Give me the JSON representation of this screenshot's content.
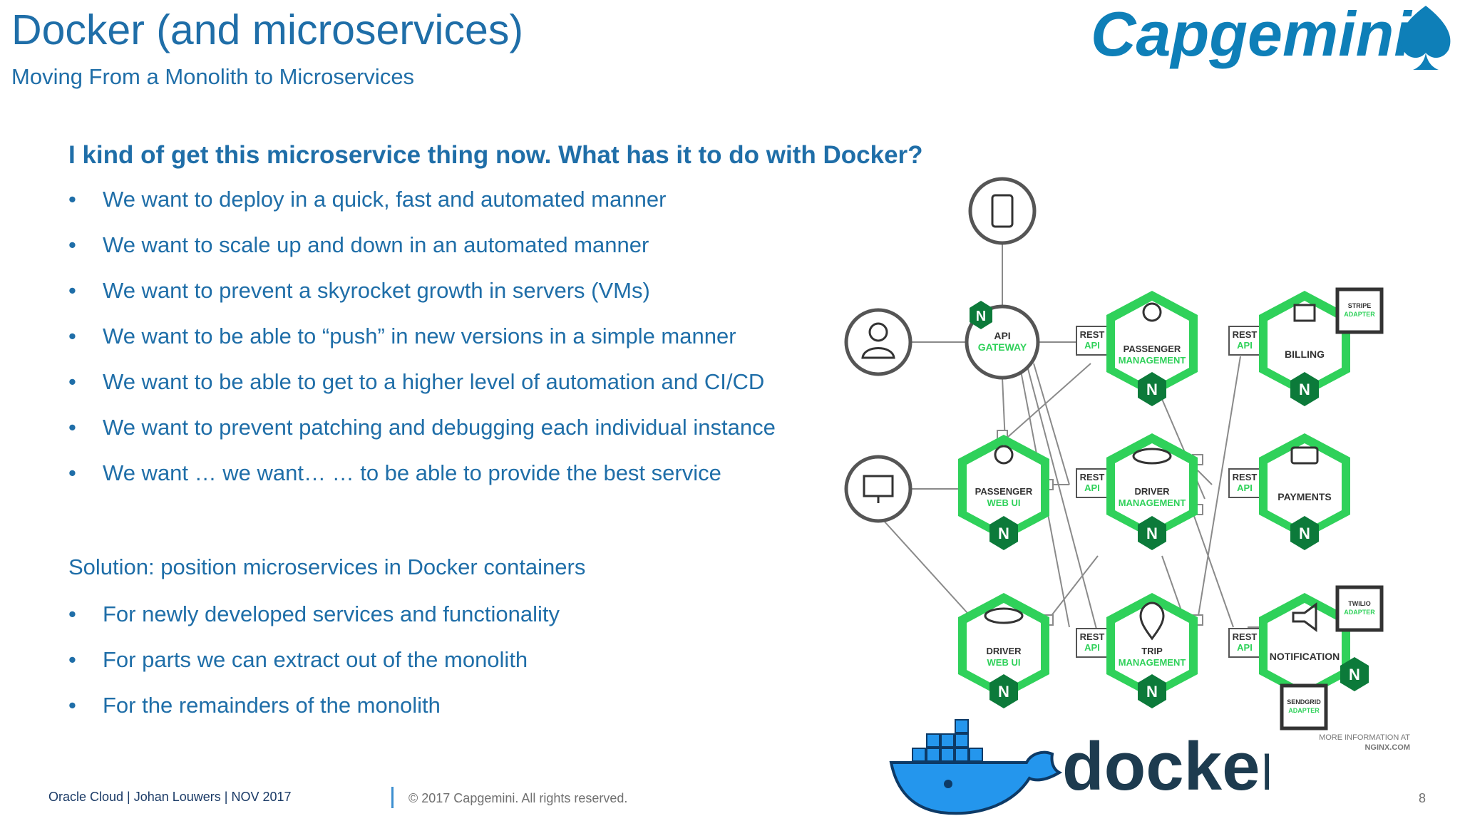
{
  "header": {
    "title": "Docker (and microservices)",
    "subtitle": "Moving From a Monolith to Microservices",
    "brand": "Capgemini"
  },
  "content": {
    "question": "I kind of get this microservice thing now. What has it to do with Docker?",
    "bullets": [
      "We want to deploy in a quick, fast and automated manner",
      "We want to scale up and down in an automated manner",
      "We want to prevent a skyrocket growth in servers (VMs)",
      "We want to be able to “push” in new versions in a simple manner",
      "We want to be able to get to a higher level of automation and CI/CD",
      "We want to prevent patching and debugging each individual instance",
      "We want … we want… … to be able to provide the best service"
    ],
    "solution_heading": "Solution: position microservices in Docker containers",
    "solution_bullets": [
      "For newly developed services and functionality",
      "For parts we can extract out of the monolith",
      "For the remainders of the monolith"
    ],
    "bullet_glyph": "•"
  },
  "diagram": {
    "api_gateway": [
      "API",
      "GATEWAY"
    ],
    "rest_api": [
      "REST",
      "API"
    ],
    "passenger_management": [
      "PASSENGER",
      "MANAGEMENT"
    ],
    "billing": "BILLING",
    "stripe_adapter": [
      "STRIPE",
      "ADAPTER"
    ],
    "passenger_web_ui": [
      "PASSENGER",
      "WEB UI"
    ],
    "driver_management": [
      "DRIVER",
      "MANAGEMENT"
    ],
    "payments": "PAYMENTS",
    "driver_web_ui": [
      "DRIVER",
      "WEB UI"
    ],
    "trip_management": [
      "TRIP",
      "MANAGEMENT"
    ],
    "notification": "NOTIFICATION",
    "twilio_adapter": [
      "TWILIO",
      "ADAPTER"
    ],
    "sendgrid_adapter": [
      "SENDGRID",
      "ADAPTER"
    ],
    "more_info": [
      "MORE INFORMATION AT",
      "NGINX.COM"
    ],
    "nginx_badge": "N",
    "docker_wordmark": "docker"
  },
  "colors": {
    "title_blue": "#1f6ea8",
    "brand_blue": "#0e7fb8",
    "nginx_green": "#2fd15a",
    "nginx_dark": "#0c7a3a",
    "docker_blue": "#2496ed"
  },
  "footer": {
    "left": "Oracle Cloud | Johan Louwers | NOV 2017",
    "copyright": "© 2017 Capgemini. All rights reserved.",
    "page_number": "8"
  }
}
